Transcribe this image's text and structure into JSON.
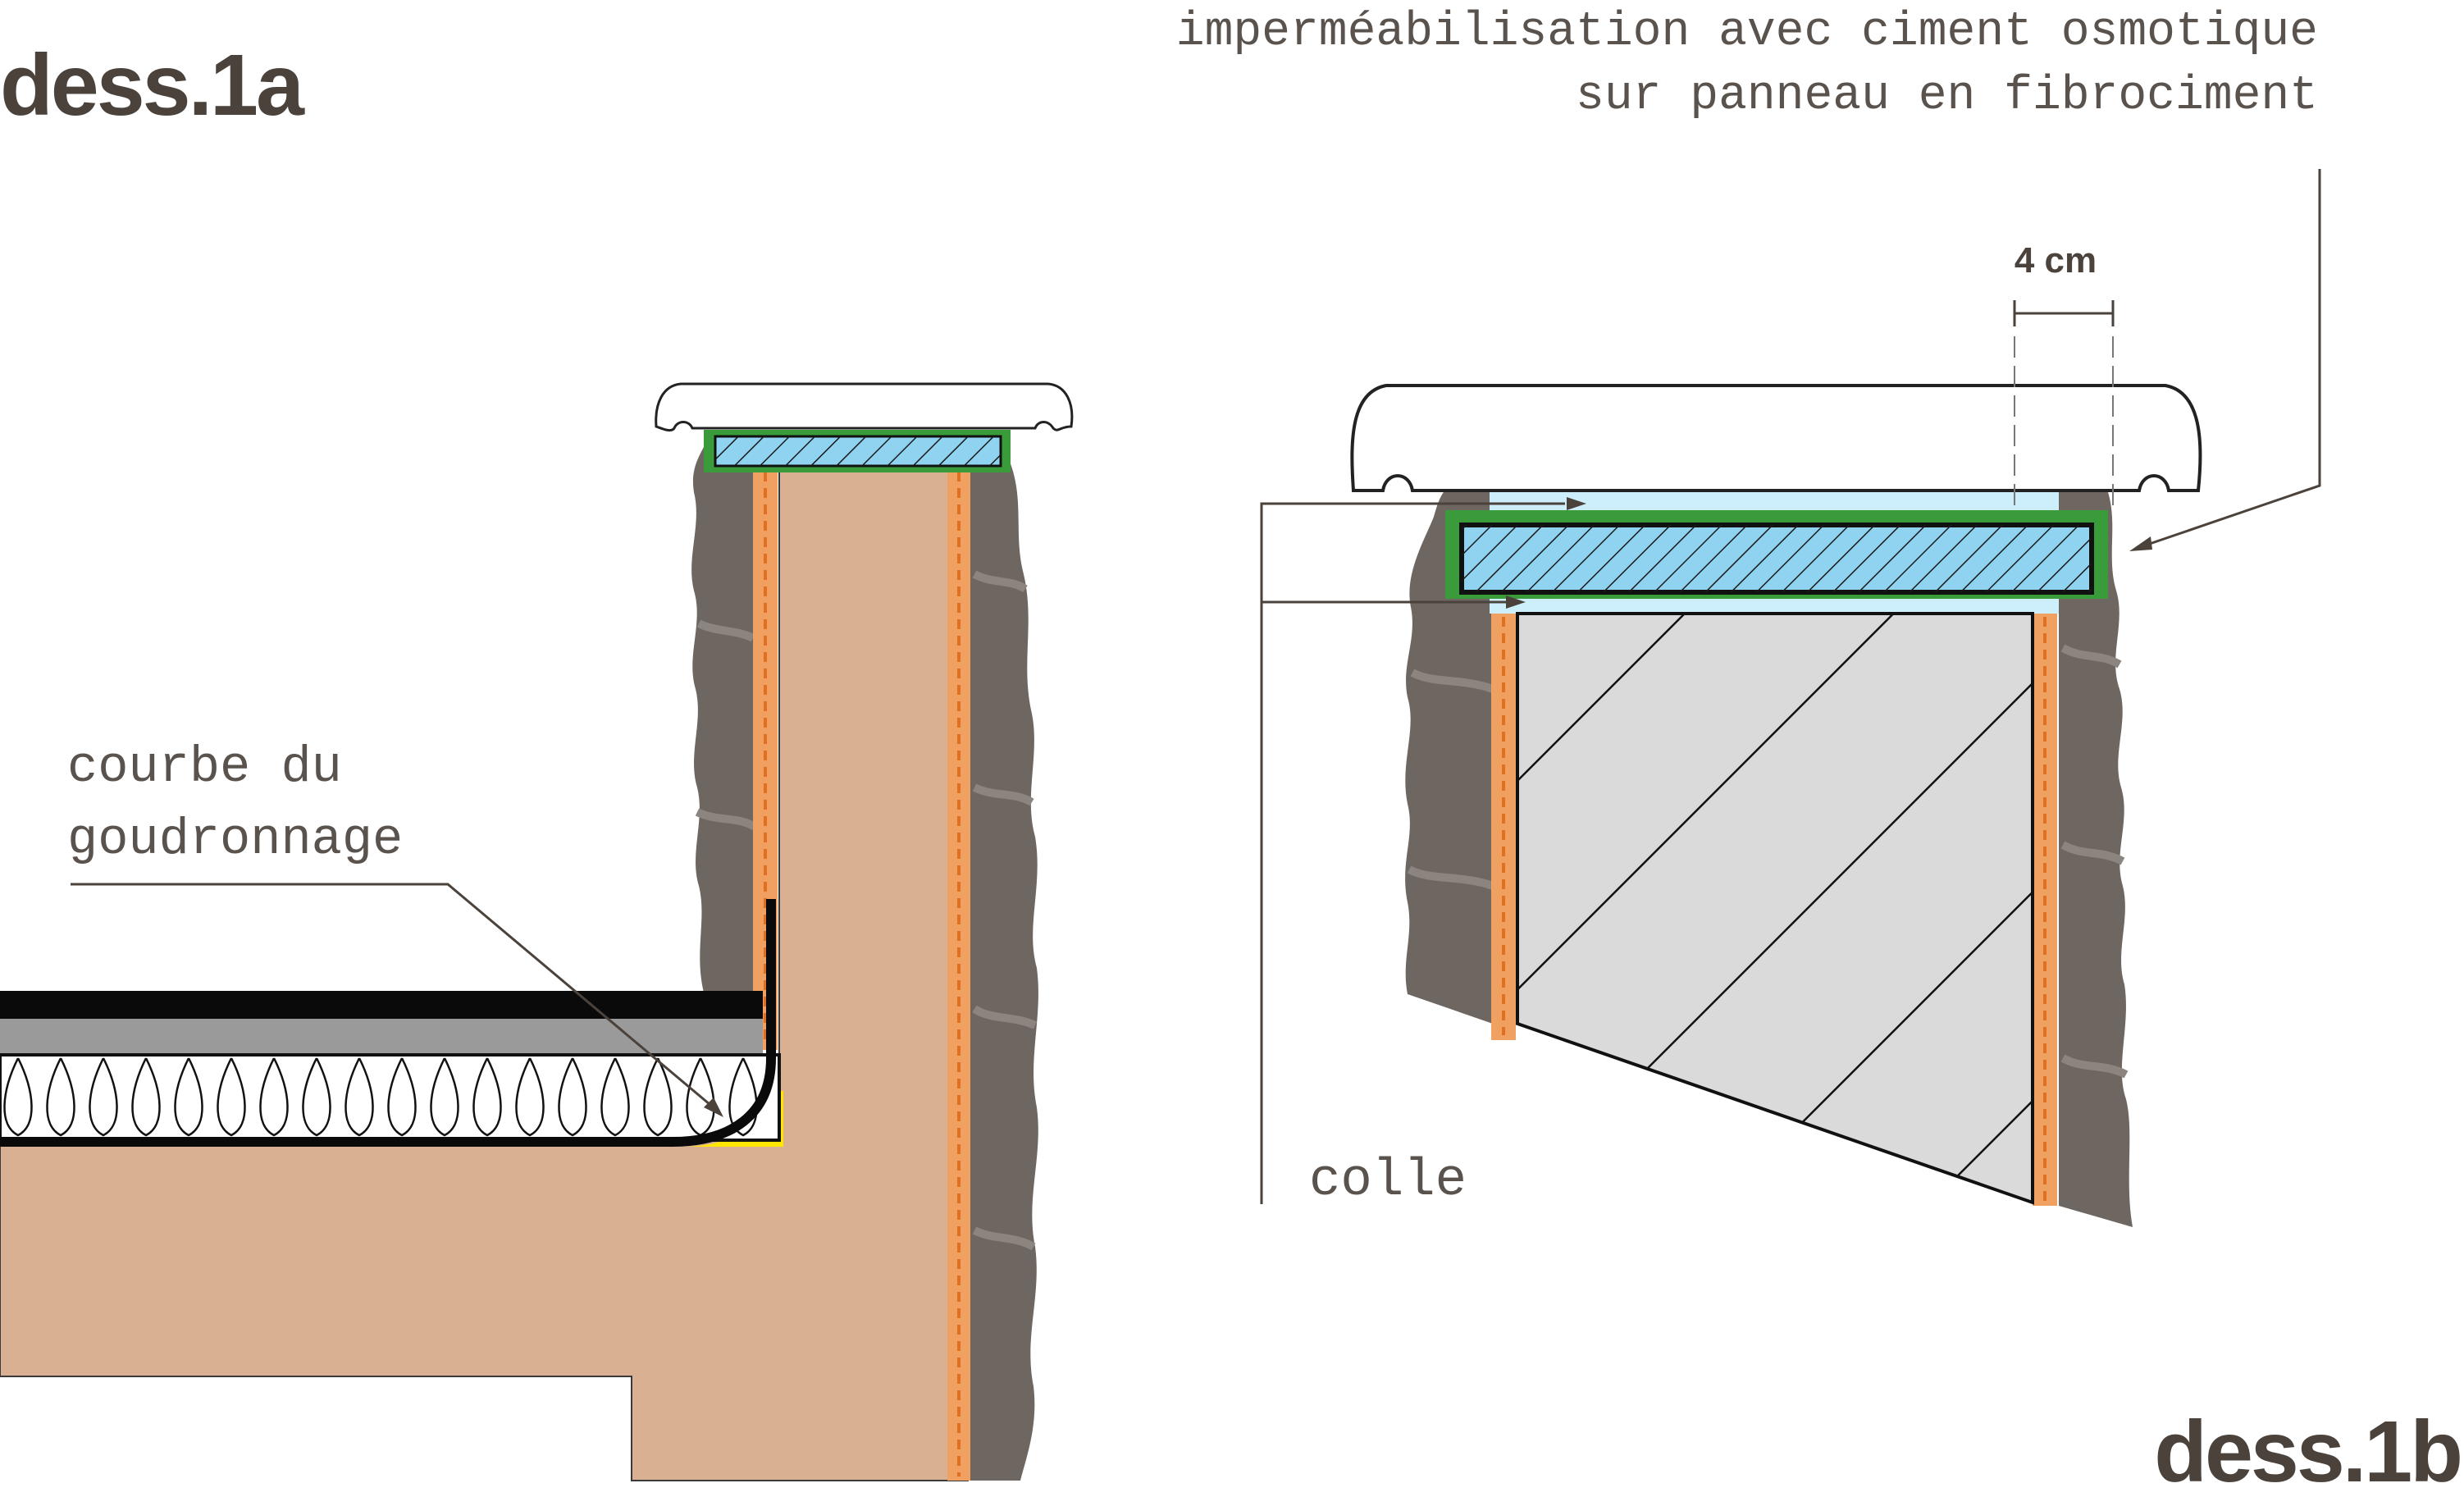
{
  "figures": {
    "left_title": "dess.1a",
    "right_title": "dess.1b"
  },
  "annotations": {
    "curve_line1": "courbe du",
    "curve_line2": "goudronnage",
    "waterproof_line1": "imperméabilisation avec ciment osmotique",
    "waterproof_line2": "sur panneau en fibrociment",
    "glue": "colle",
    "dimension": "4 cm"
  },
  "colors": {
    "concrete": "#d9b192",
    "stone": "#6e6660",
    "stone_light": "#8c857f",
    "mortar": "#f0a060",
    "mortar_dash": "#e07020",
    "membrane": "#0a0a0a",
    "screed": "#9a9a9a",
    "fillet": "#ffe600",
    "panel": "#8fd3f0",
    "glue_layer": "#cdeefb",
    "border_green": "#3a9b3a",
    "hatch_block": "#dadada",
    "line": "#4a423b"
  }
}
